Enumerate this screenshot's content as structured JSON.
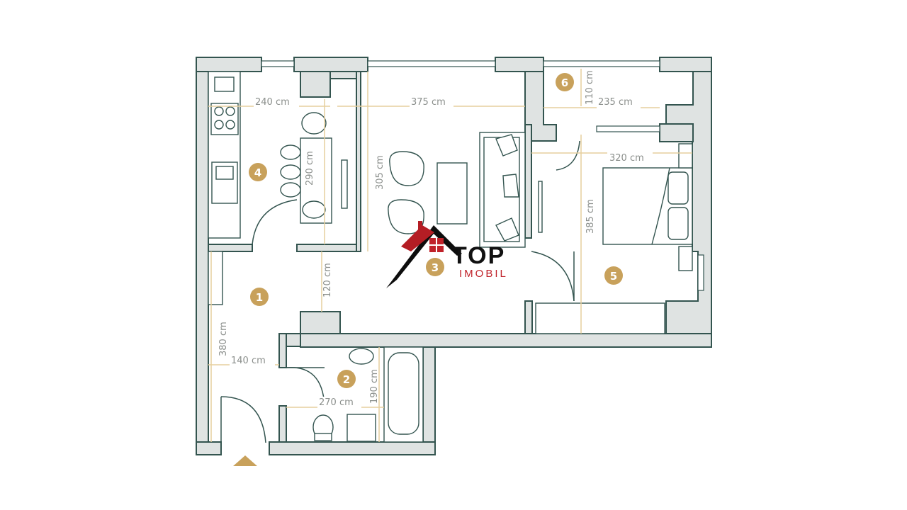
{
  "colors": {
    "wall": "#dfe3e2",
    "outline": "#33544f",
    "dimension": "#e6cf9d",
    "badge": "#c8a15b",
    "logo_red": "#c0222a"
  },
  "dimensions": {
    "d240": "240 cm",
    "d375": "375 cm",
    "d110": "110 cm",
    "d235": "235 cm",
    "d320": "320 cm",
    "d290": "290 cm",
    "d305": "305 cm",
    "d385": "385 cm",
    "d120": "120 cm",
    "d380": "380 cm",
    "d140": "140 cm",
    "d190": "190 cm",
    "d270": "270 cm"
  },
  "rooms": {
    "r1": "1",
    "r2": "2",
    "r3": "3",
    "r4": "4",
    "r5": "5",
    "r6": "6"
  },
  "logo": {
    "top": "TOP",
    "sub": "IMOBIL"
  },
  "entrance_icon": "triangle-up-icon"
}
